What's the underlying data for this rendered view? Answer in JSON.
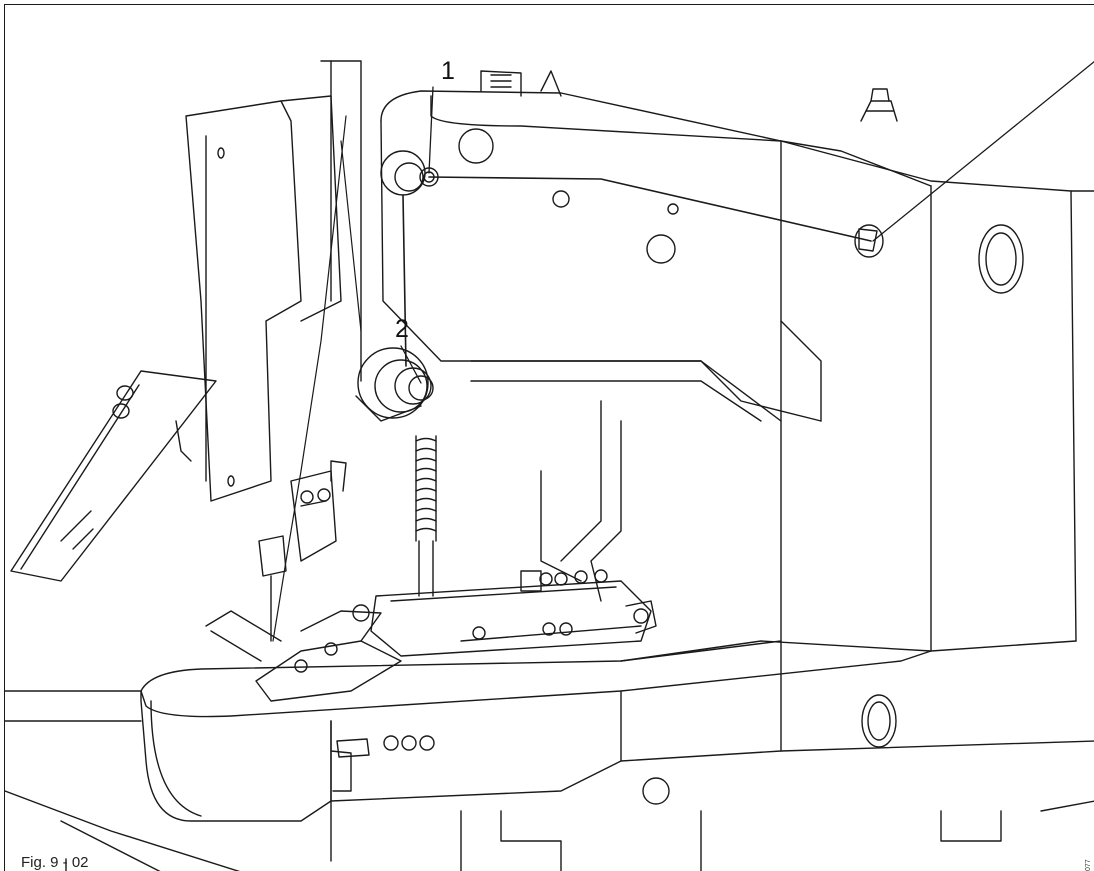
{
  "figure": {
    "caption": "Fig. 9 - 02",
    "reference_code": "077"
  },
  "callouts": [
    {
      "label": "1"
    },
    {
      "label": "2"
    }
  ]
}
